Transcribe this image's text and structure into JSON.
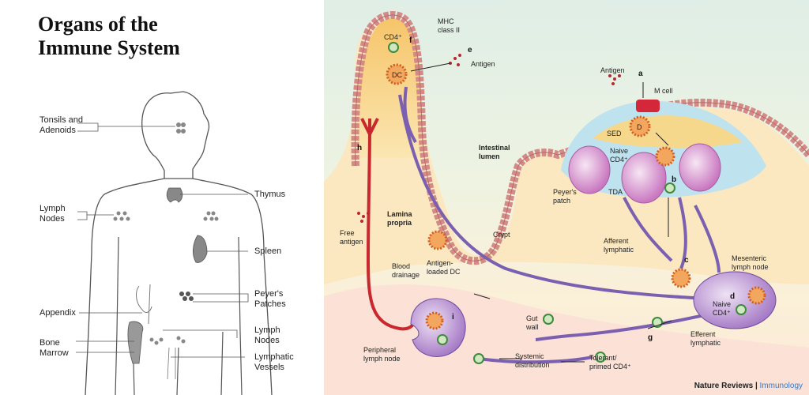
{
  "left_panel": {
    "title_line1": "Organs of the",
    "title_line2": "Immune System",
    "labels": {
      "tonsils_line1": "Tonsils and",
      "tonsils_line2": "Adenoids",
      "lymph_nodes_left_line1": "Lymph",
      "lymph_nodes_left_line2": "Nodes",
      "appendix": "Appendix",
      "bone_marrow_line1": "Bone",
      "bone_marrow_line2": "Marrow",
      "thymus": "Thymus",
      "spleen": "Spleen",
      "peyers_line1": "Peyer's",
      "peyers_line2": "Patches",
      "lymph_nodes_right_line1": "Lymph",
      "lymph_nodes_right_line2": "Nodes",
      "lymphatic_line1": "Lymphatic",
      "lymphatic_line2": "Vessels"
    }
  },
  "right_panel": {
    "labels": {
      "mhc_line1": "MHC",
      "mhc_line2": "class II",
      "cd4": "CD4⁺",
      "dc": "DC",
      "antigen_top": "Antigen",
      "antigen_a": "Antigen",
      "m_cell": "M cell",
      "sed": "SED",
      "d": "D",
      "naive_line1": "Naive",
      "naive_line2": "CD4⁺",
      "tda": "TDA",
      "peyers_line1": "Peyer's",
      "peyers_line2": "patch",
      "intestinal_line1": "Intestinal",
      "intestinal_line2": "lumen",
      "lamina_line1": "Lamina",
      "lamina_line2": "propria",
      "free_line1": "Free",
      "free_line2": "antigen",
      "blood_line1": "Blood",
      "blood_line2": "drainage",
      "antigen_loaded_line1": "Antigen-",
      "antigen_loaded_line2": "loaded DC",
      "crypt": "Crypt",
      "afferent_line1": "Afferent",
      "afferent_line2": "lymphatic",
      "mesenteric_line1": "Mesenteric",
      "mesenteric_line2": "lymph node",
      "naive2_line1": "Naive",
      "naive2_line2": "CD4⁺",
      "efferent_line1": "Efferent",
      "efferent_line2": "lymphatic",
      "gut_line1": "Gut",
      "gut_line2": "wall",
      "peripheral_line1": "Peripheral",
      "peripheral_line2": "lymph node",
      "systemic_line1": "Systemic",
      "systemic_line2": "distribution",
      "tolerant_line1": "Tolerant/",
      "tolerant_line2": "primed CD4⁺"
    },
    "letters": {
      "a": "a",
      "b": "b",
      "c": "c",
      "d": "d",
      "e": "e",
      "f": "f",
      "g": "g",
      "h": "h",
      "i": "i"
    },
    "credit_journal": "Nature Reviews",
    "credit_sep": " | ",
    "credit_section": "Immunology"
  }
}
